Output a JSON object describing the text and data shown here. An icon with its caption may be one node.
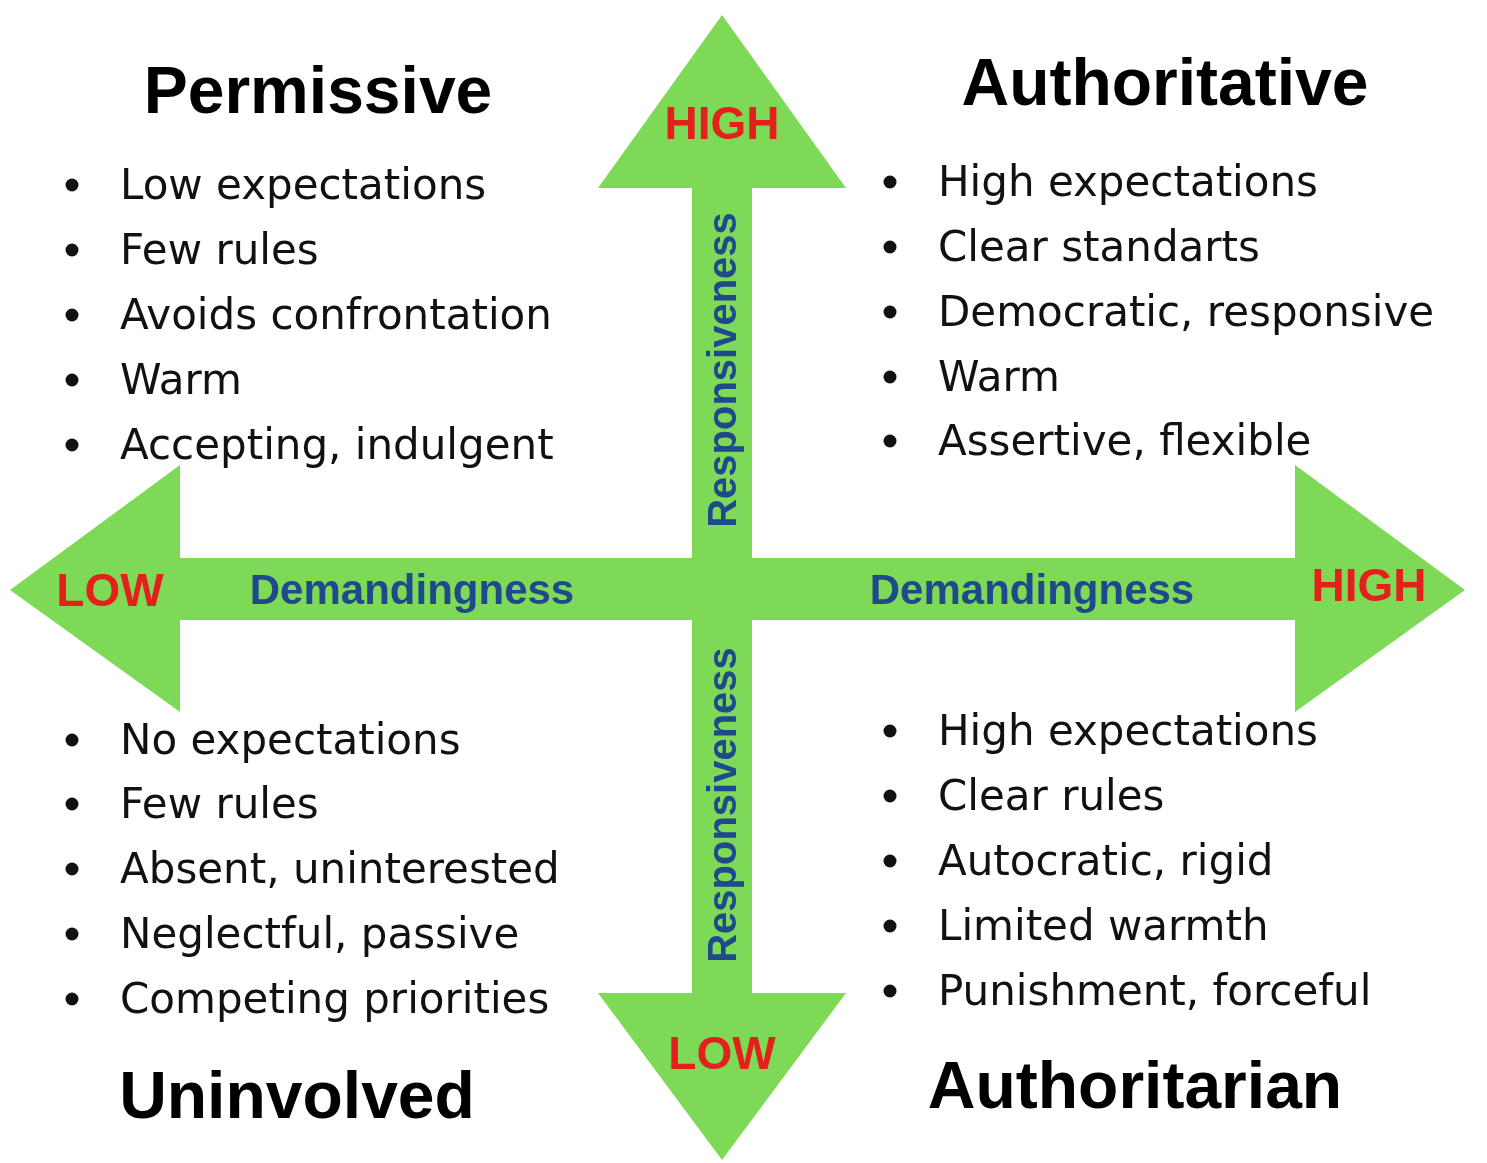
{
  "diagram": {
    "labels": [
      "Permissive",
      "HIGH",
      "Authoritative",
      "Low expectations",
      "Few rules",
      "Avoids confrontation",
      "Warm",
      "Accepting, indulgent",
      "Responsiveness",
      "High expectations",
      "Clear standarts",
      "Democratic, responsive",
      "Warm",
      "Assertive, flexible",
      "LOW",
      "Demandingness",
      "Demandingness",
      "HIGH",
      "No expectations",
      "Few rules",
      "Absent, uninterested",
      "Neglectful, passive",
      "Competing priorities",
      "Responsiveness",
      "High expectations",
      "Clear rules",
      "Autocratic, rigid",
      "Limited warmth",
      "Punishment, forceful",
      "LOW",
      "Uninvolved",
      "Authoritarian"
    ]
  }
}
